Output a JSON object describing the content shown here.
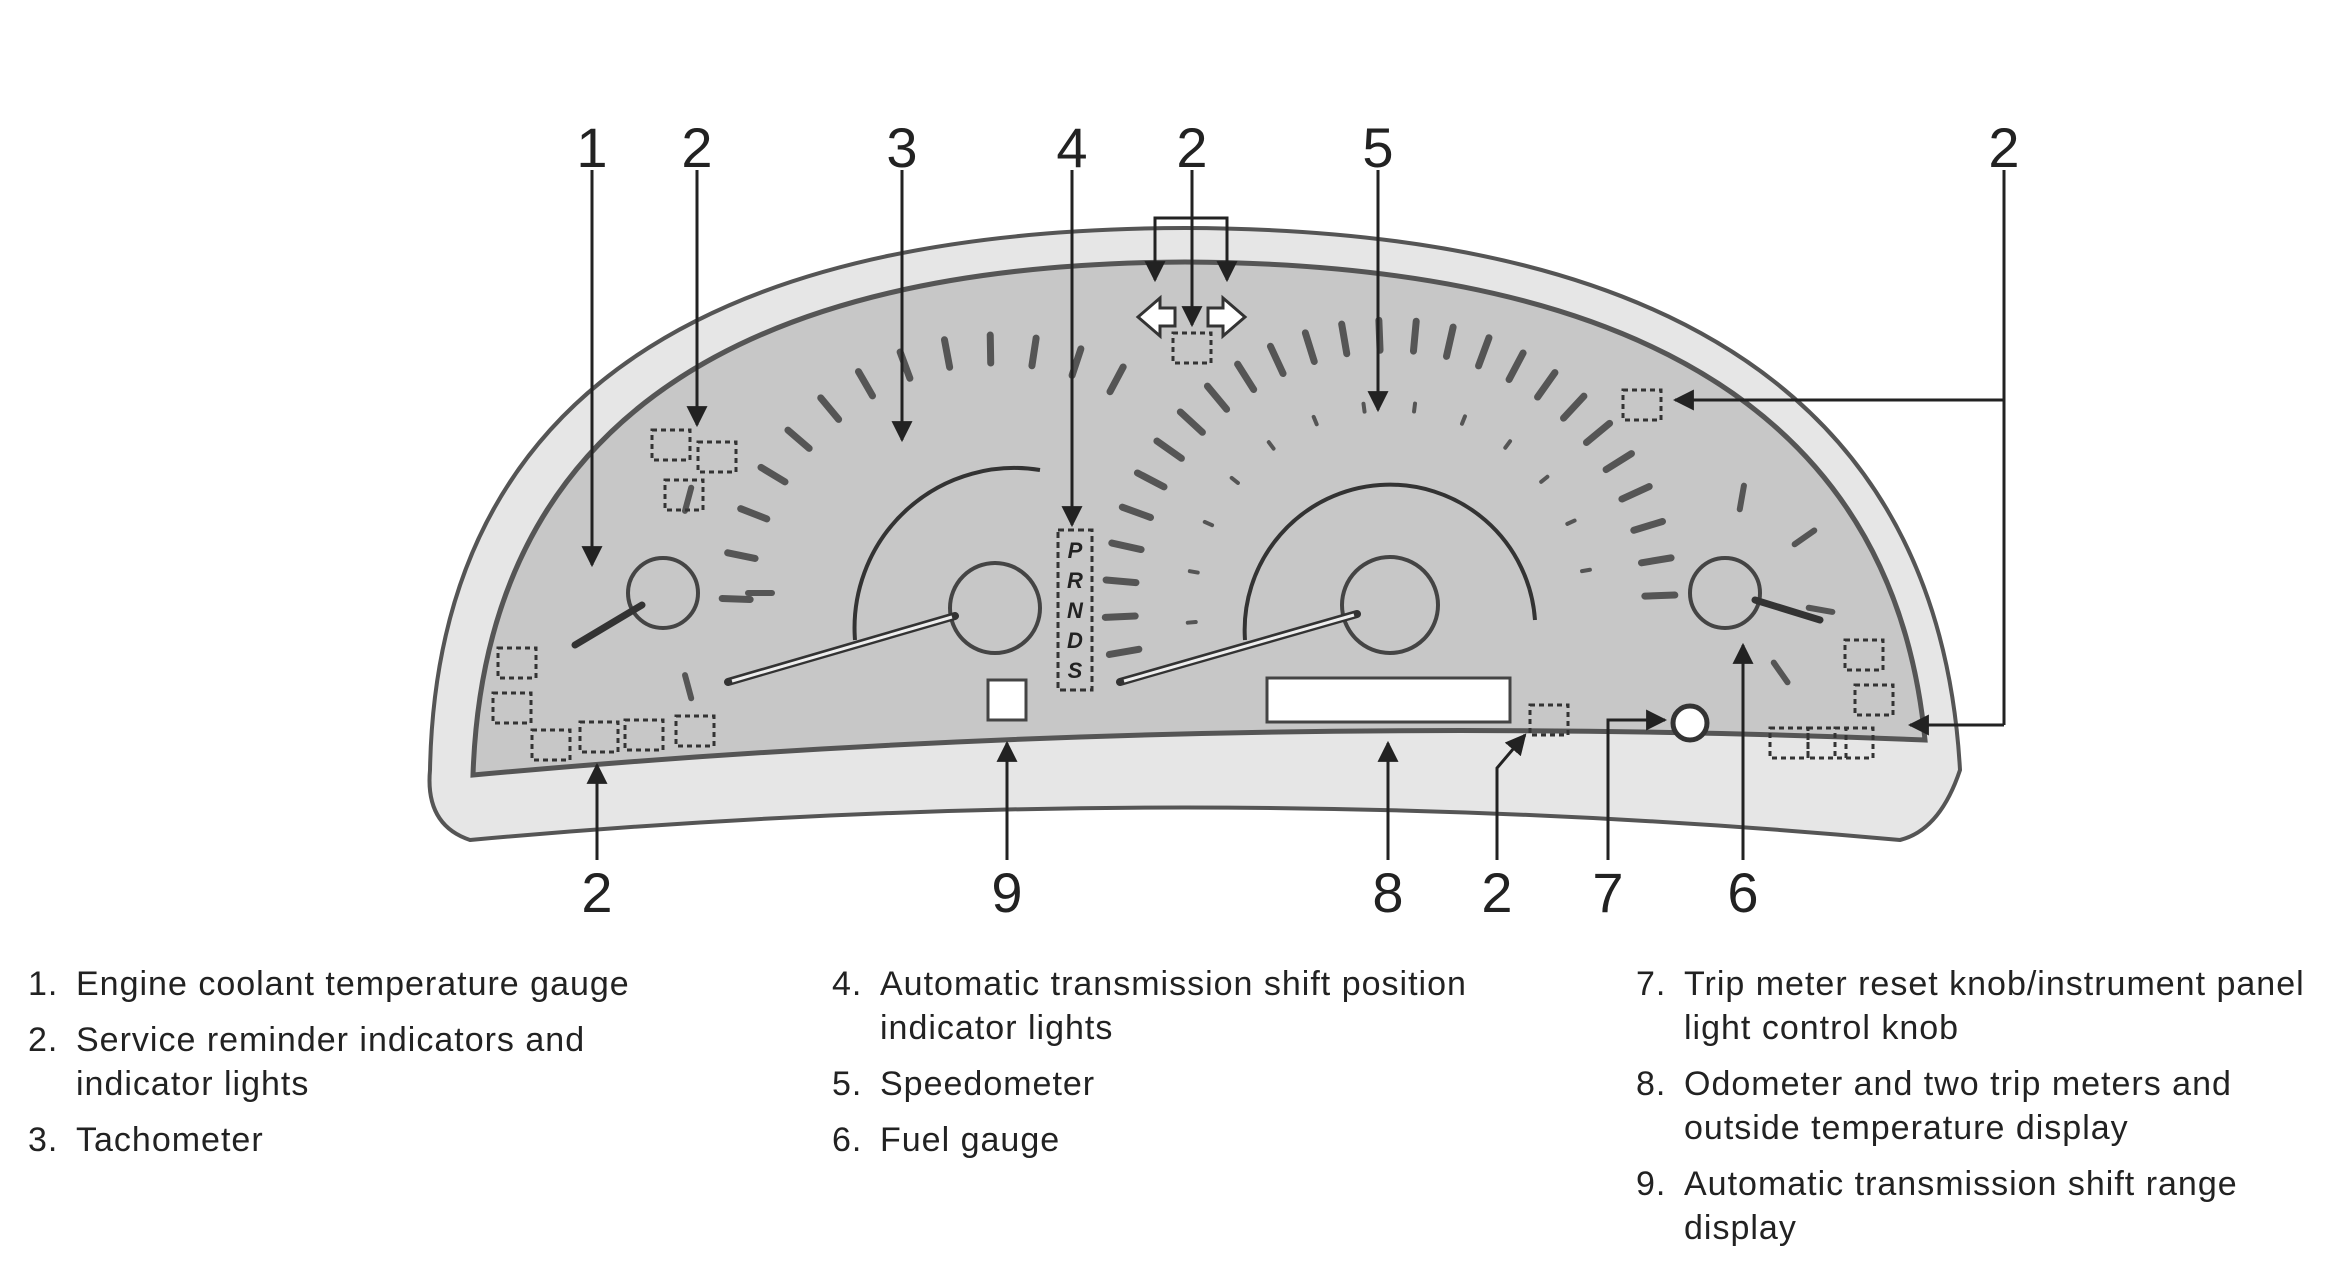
{
  "callouts": {
    "top": [
      "1",
      "2",
      "3",
      "4",
      "2",
      "5",
      "2"
    ],
    "bottom": [
      "2",
      "9",
      "8",
      "2",
      "7",
      "6"
    ]
  },
  "shift_letters": [
    "P",
    "R",
    "N",
    "D",
    "S"
  ],
  "legend": [
    {
      "num": "1.",
      "text": "Engine coolant temperature gauge"
    },
    {
      "num": "2.",
      "text": "Service reminder indicators and indicator lights"
    },
    {
      "num": "3.",
      "text": "Tachometer"
    },
    {
      "num": "4.",
      "text": "Automatic transmission shift position indicator lights"
    },
    {
      "num": "5.",
      "text": "Speedometer"
    },
    {
      "num": "6.",
      "text": "Fuel gauge"
    },
    {
      "num": "7.",
      "text": "Trip meter reset knob/instrument panel light control knob"
    },
    {
      "num": "8.",
      "text": "Odometer and two trip meters and outside temperature display"
    },
    {
      "num": "9.",
      "text": "Automatic transmission shift range display"
    }
  ],
  "colors": {
    "panel_fill": "#c7c7c7",
    "outline": "#555555",
    "bezel": "#e6e6e6",
    "background": "#ffffff"
  }
}
